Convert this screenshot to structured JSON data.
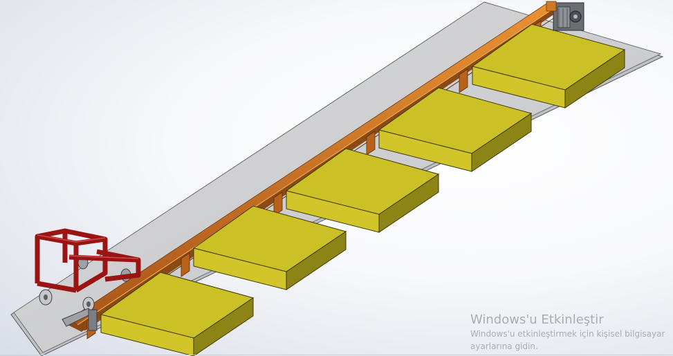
{
  "watermark": {
    "title": "Windows'u Etkinleştir",
    "line1": "Windows'u etkinleştirmek için kişisel bilgisayar",
    "line2": "ayarlarına gidin."
  },
  "colors": {
    "platform": "#cfd0d2",
    "box_top": "#cbc026",
    "box_front": "#d1c52a",
    "box_side": "#8c8515",
    "rail": "#b8621c",
    "rail_light": "#e28a2e",
    "cart_frame": "#9a1414",
    "motor": "#5a5d63"
  },
  "scene": {
    "boxes": [
      {
        "id": "box-1"
      },
      {
        "id": "box-2"
      },
      {
        "id": "box-3"
      },
      {
        "id": "box-4"
      },
      {
        "id": "box-5"
      }
    ]
  }
}
